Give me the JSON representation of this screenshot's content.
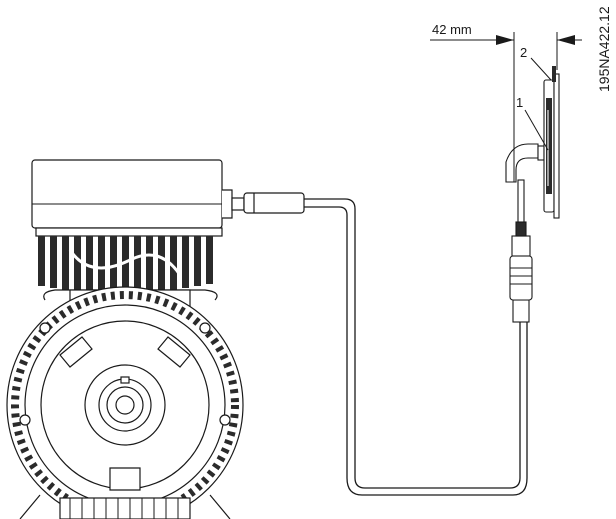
{
  "dimension": {
    "value_label": "42 mm"
  },
  "callouts": {
    "item_1": "1",
    "item_2": "2"
  },
  "drawing_code": "195NA422.12"
}
